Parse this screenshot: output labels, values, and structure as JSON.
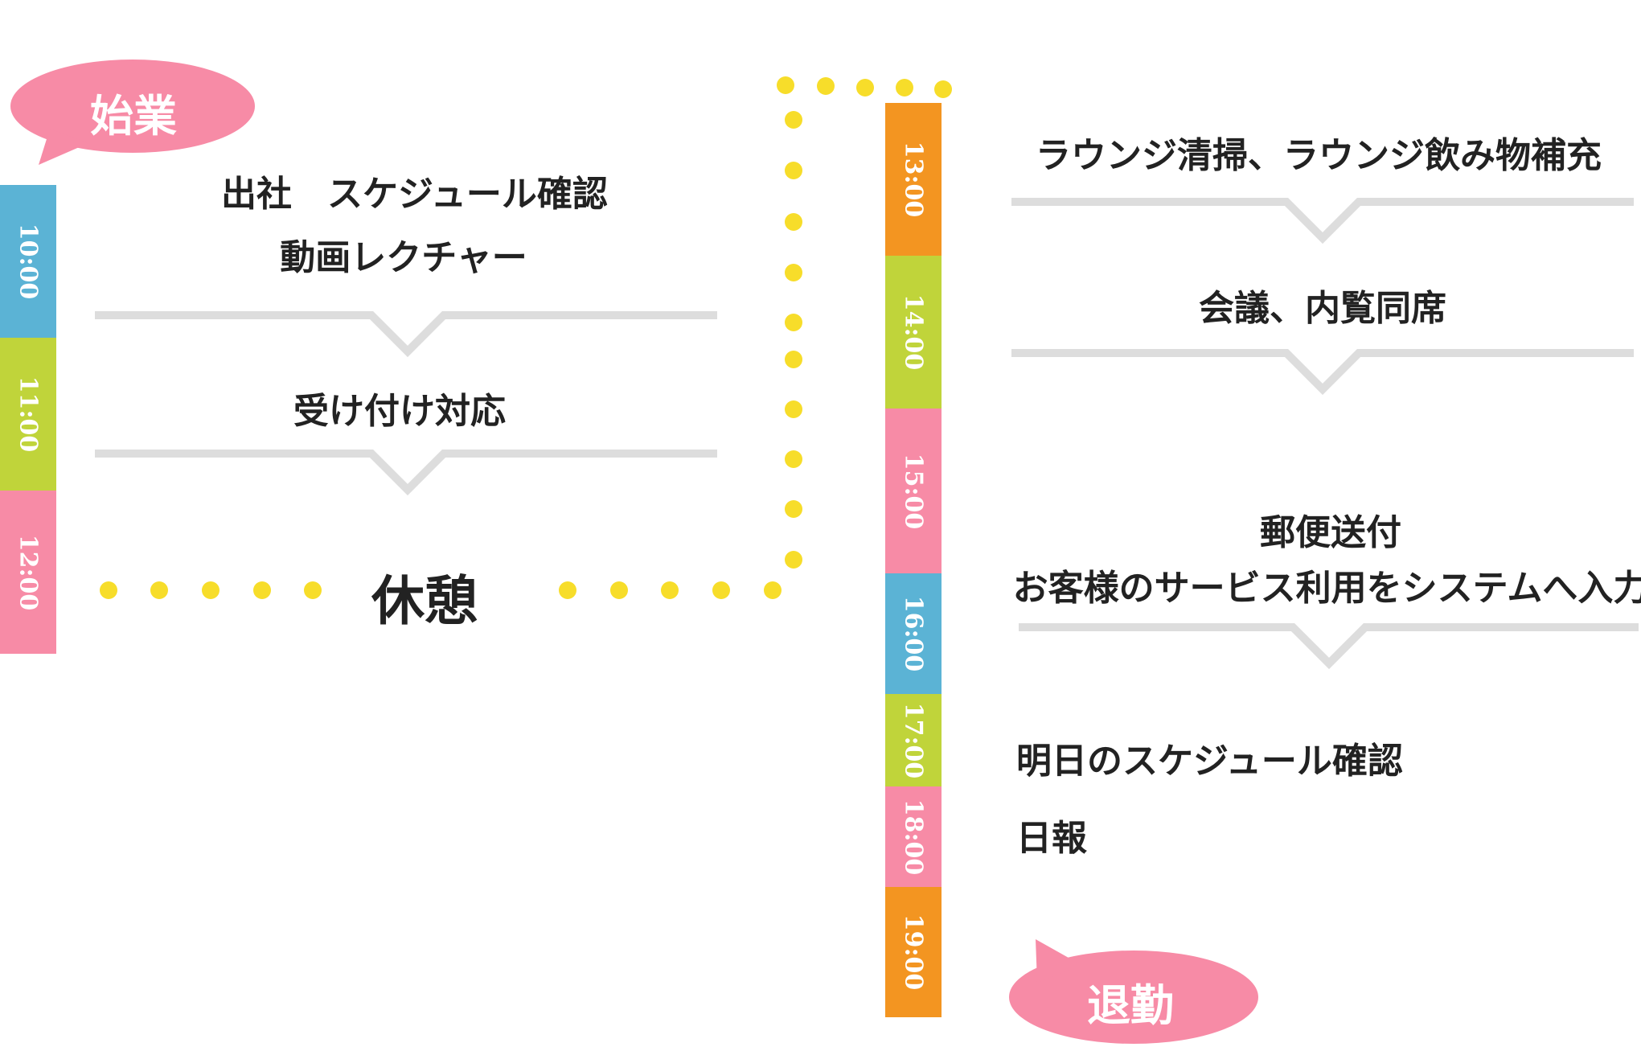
{
  "colors": {
    "blue": "#5bb3d5",
    "green": "#c0d43a",
    "pink": "#f78ba6",
    "orange": "#f39521",
    "bubble": "#f78ba6",
    "dot": "#f7dd2a",
    "line": "#dddddd"
  },
  "bubbles": {
    "start": "始業",
    "end": "退勤"
  },
  "left_timeline": {
    "hours": [
      {
        "label": "10:00",
        "color": "blue"
      },
      {
        "label": "11:00",
        "color": "green"
      },
      {
        "label": "12:00",
        "color": "pink"
      }
    ]
  },
  "right_timeline": {
    "hours": [
      {
        "label": "13:00",
        "color": "orange"
      },
      {
        "label": "14:00",
        "color": "green"
      },
      {
        "label": "15:00",
        "color": "pink"
      },
      {
        "label": "16:00",
        "color": "blue"
      },
      {
        "label": "17:00",
        "color": "green"
      },
      {
        "label": "18:00",
        "color": "pink"
      },
      {
        "label": "19:00",
        "color": "orange"
      }
    ]
  },
  "morning": {
    "arrival": "出社　スケジュール確認",
    "lecture": "動画レクチャー",
    "reception": "受け付け対応"
  },
  "break_label": "休憩",
  "afternoon": {
    "lounge": "ラウンジ清掃、ラウンジ飲み物補充",
    "meeting": "会議、内覧同席",
    "mail": "郵便送付",
    "input": "お客様のサービス利用をシステムへ入力",
    "schedule": "明日のスケジュール確認",
    "report": "日報"
  }
}
